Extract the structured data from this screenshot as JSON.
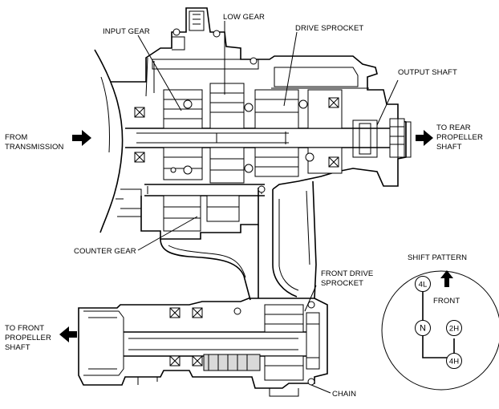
{
  "labels": {
    "input_gear": "INPUT GEAR",
    "low_gear": "LOW GEAR",
    "drive_sprocket": "DRIVE SPROCKET",
    "output_shaft": "OUTPUT SHAFT",
    "from_transmission_1": "FROM",
    "from_transmission_2": "TRANSMISSION",
    "to_rear_1": "TO REAR",
    "to_rear_2": "PROPELLER",
    "to_rear_3": "SHAFT",
    "counter_gear": "COUNTER GEAR",
    "front_drive_sprocket_1": "FRONT DRIVE",
    "front_drive_sprocket_2": "SPROCKET",
    "to_front_1": "TO FRONT",
    "to_front_2": "PROPELLER",
    "to_front_3": "SHAFT",
    "chain": "CHAIN"
  },
  "shift_pattern": {
    "title": "SHIFT PATTERN",
    "front_label": "FRONT",
    "positions": {
      "4l": "4L",
      "n": "N",
      "2h": "2H",
      "4h": "4H"
    }
  }
}
